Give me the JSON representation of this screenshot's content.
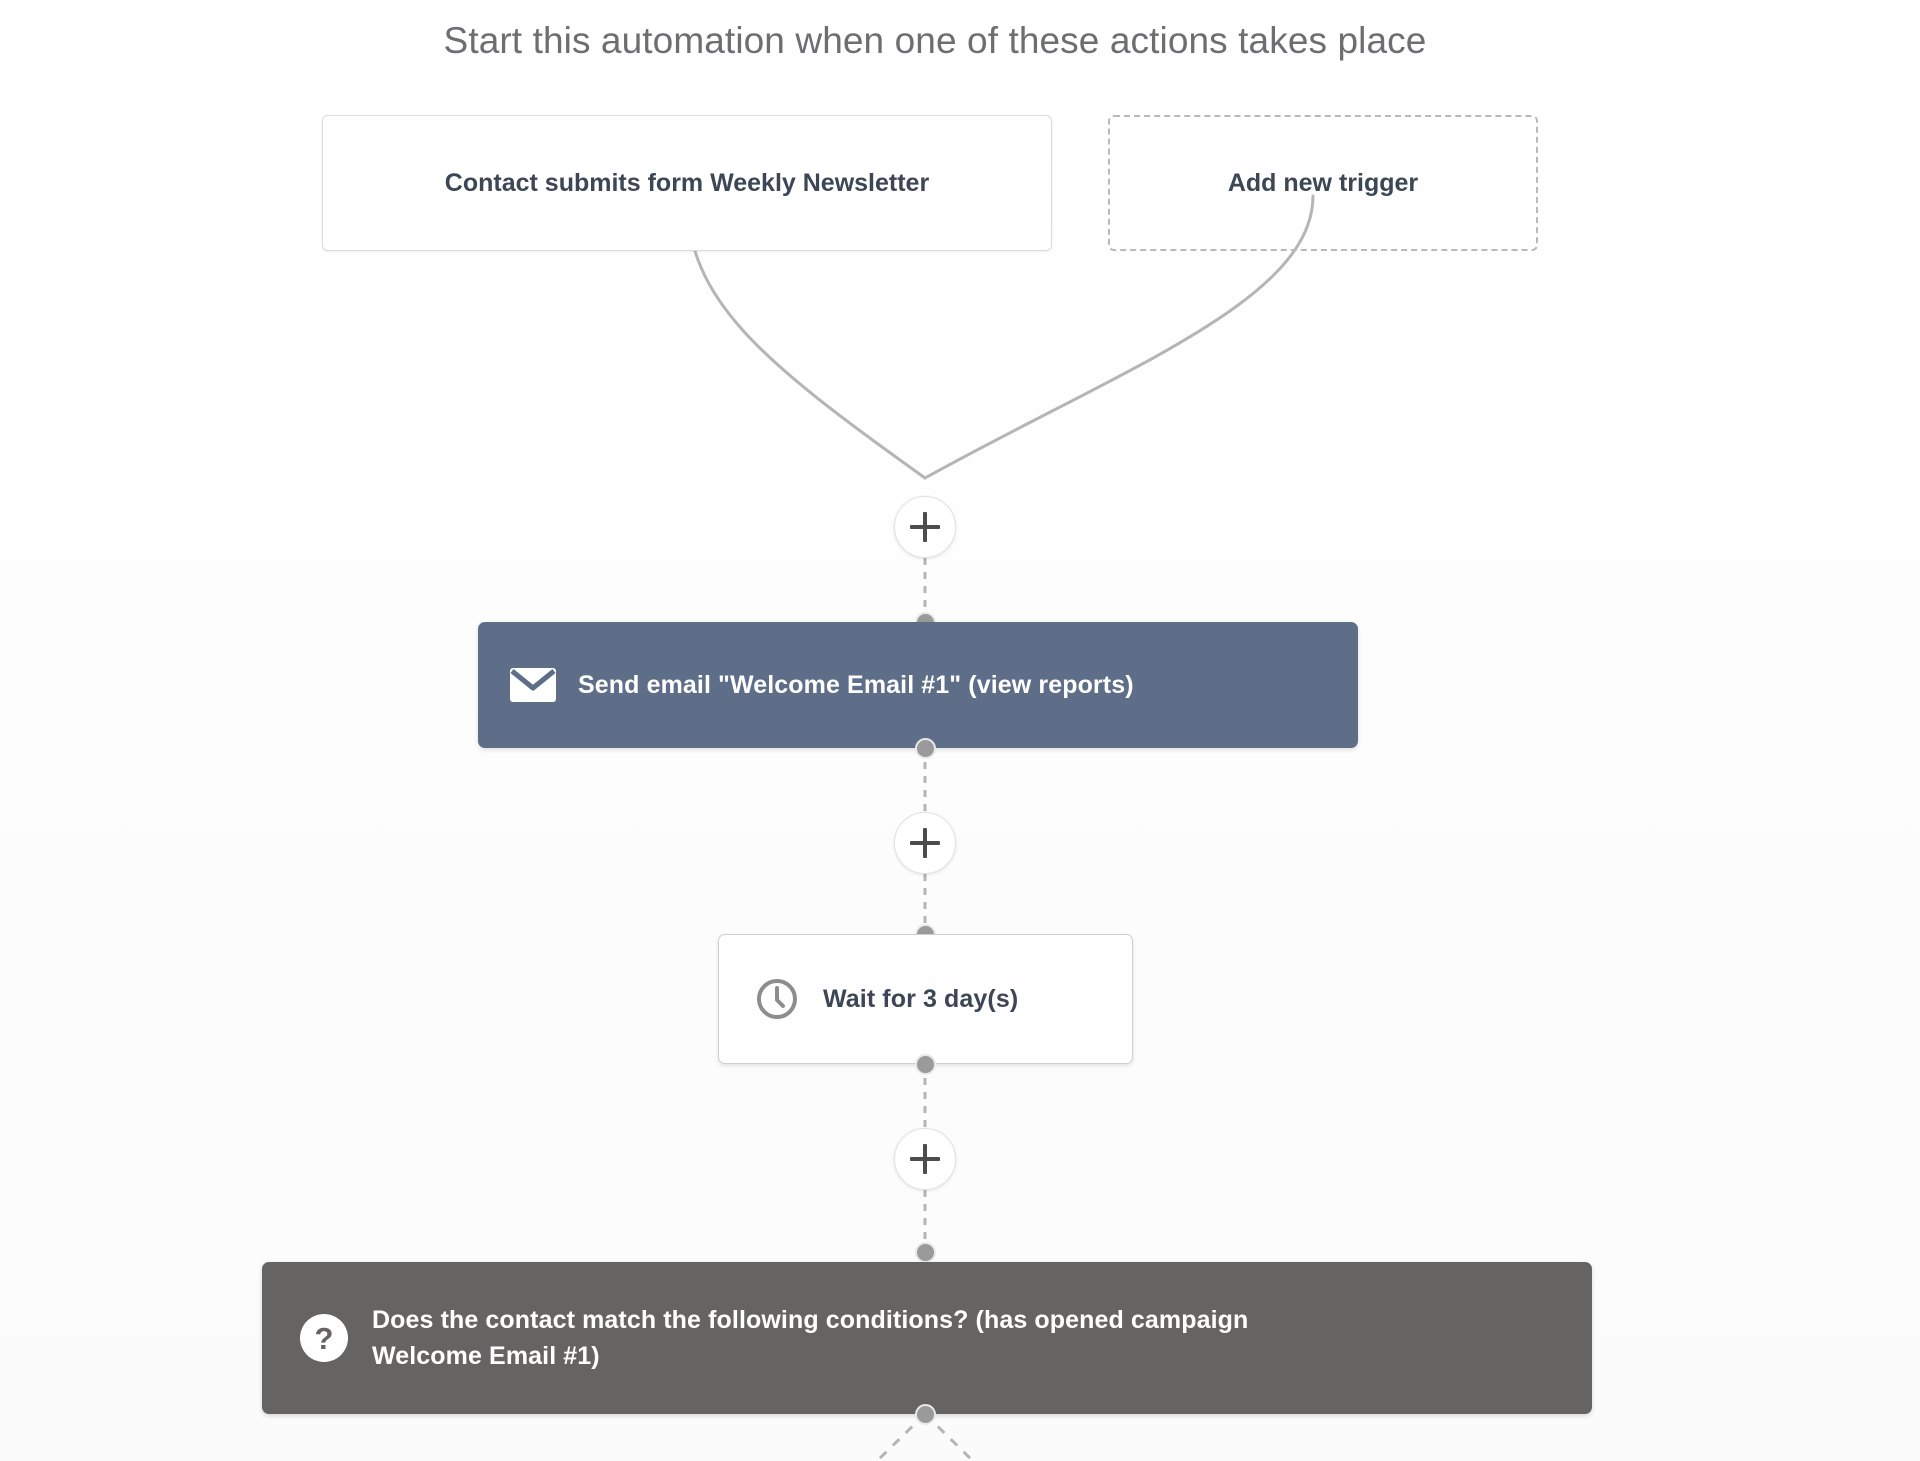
{
  "header": {
    "title": "Start this automation when one of these actions takes place"
  },
  "triggers": [
    {
      "label": "Contact submits form Weekly Newsletter",
      "style": "solid",
      "name": "trigger-contact-submits-form"
    },
    {
      "label": "Add new trigger",
      "style": "dashed",
      "name": "trigger-add-new"
    }
  ],
  "add_buttons": [
    {
      "label": "+",
      "name": "add-step-button-1"
    },
    {
      "label": "+",
      "name": "add-step-button-2"
    },
    {
      "label": "+",
      "name": "add-step-button-3"
    }
  ],
  "steps": [
    {
      "type": "email",
      "icon": "envelope-icon",
      "label": "Send email \"Welcome Email #1\" (view reports)",
      "color": "#5e6e88"
    },
    {
      "type": "wait",
      "icon": "clock-icon",
      "label": "Wait for 3 day(s)",
      "color": "#fefefe"
    },
    {
      "type": "condition",
      "icon": "question-mark-icon",
      "label": "Does the contact match the following conditions? (has opened campaign Welcome Email #1)",
      "color": "#666463"
    }
  ],
  "colors": {
    "email_block": "#5e6e88",
    "condition_block": "#666463",
    "heading_text": "#6d6d72",
    "body_text": "#3d4655",
    "connector": "#b5b5b5",
    "dot": "#9a9a9a",
    "page_background": "#fdfdfd"
  }
}
